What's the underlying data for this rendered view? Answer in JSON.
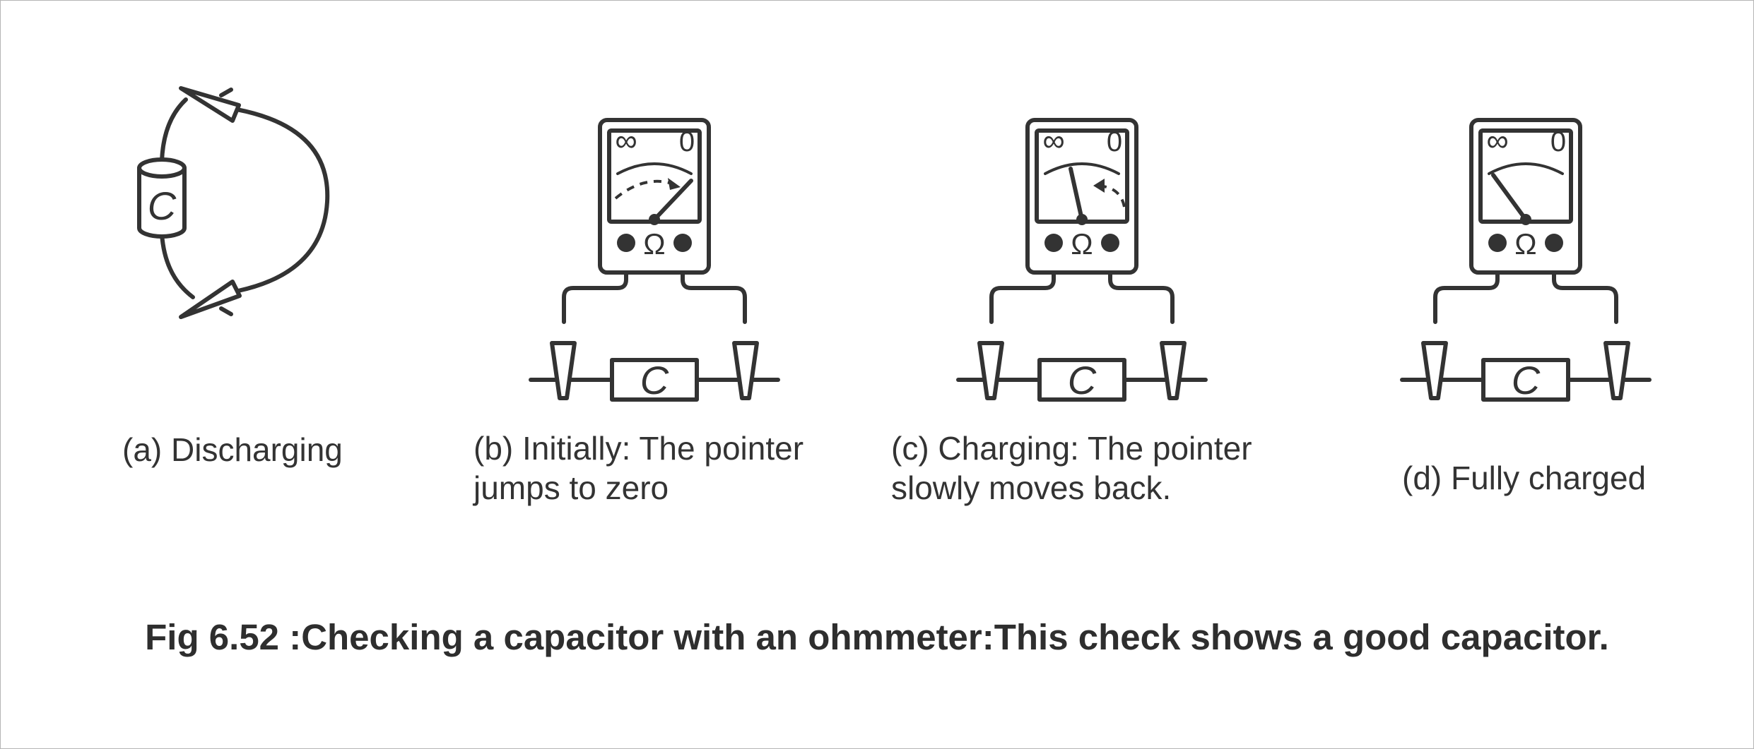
{
  "figure": {
    "caption": "Fig 6.52 :Checking a capacitor with an ohmmeter:This check shows a good capacitor."
  },
  "panels": [
    {
      "id": "a",
      "caption": "(a) Discharging",
      "capacitor_label": "C"
    },
    {
      "id": "b",
      "caption_lines": [
        "(b) Initially: The pointer",
        "jumps to zero"
      ],
      "scale_left": "∞",
      "scale_right": "0",
      "unit": "Ω",
      "capacitor_label": "C"
    },
    {
      "id": "c",
      "caption_lines": [
        "(c) Charging: The pointer",
        "slowly moves back."
      ],
      "scale_left": "∞",
      "scale_right": "0",
      "unit": "Ω",
      "capacitor_label": "C"
    },
    {
      "id": "d",
      "caption": "(d) Fully charged",
      "scale_left": "∞",
      "scale_right": "0",
      "unit": "Ω",
      "capacitor_label": "C"
    }
  ],
  "colors": {
    "ink": "#333333",
    "frame": "#b5b5b5",
    "background": "#ffffff"
  }
}
